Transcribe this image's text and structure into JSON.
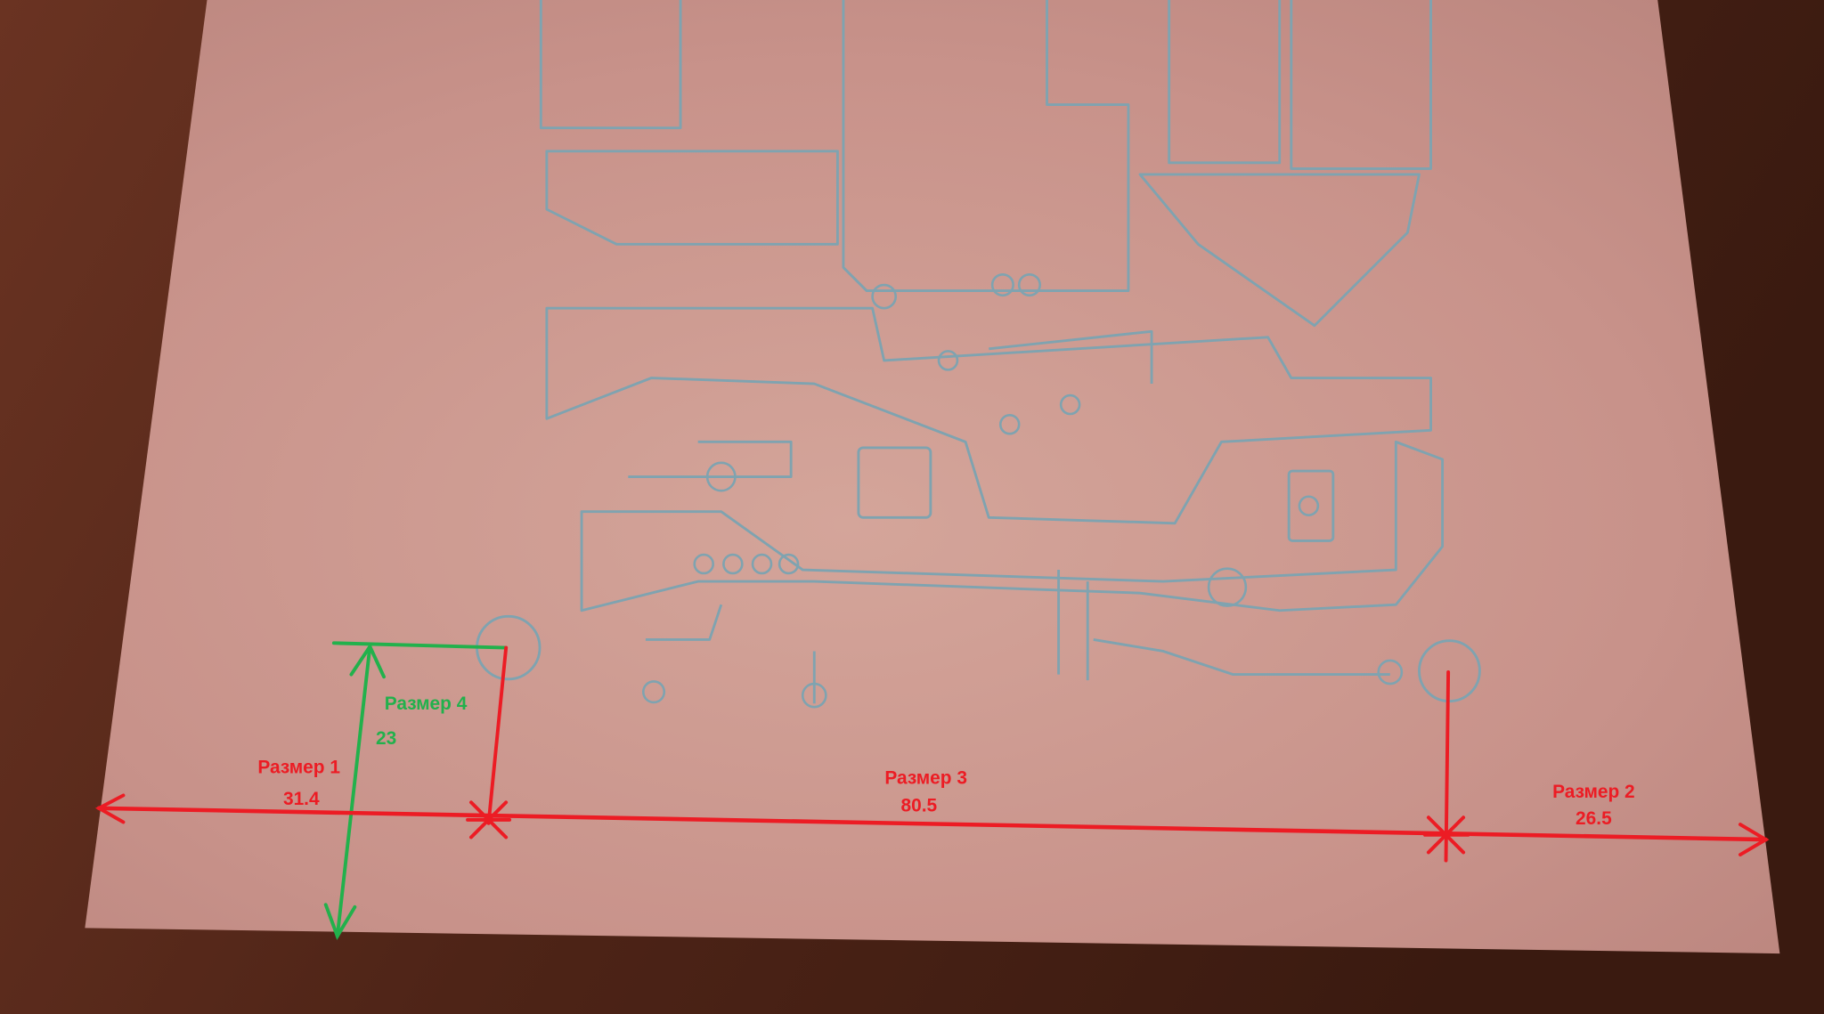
{
  "colors": {
    "dimension_red": "#ec1c24",
    "dimension_green": "#22b14c",
    "copper": "#c99488",
    "wood": "#5a2a1c",
    "trace": "#7fa3b0"
  },
  "annotations": {
    "dim1": {
      "label": "Размер 1",
      "value": "31.4"
    },
    "dim2": {
      "label": "Размер 2",
      "value": "26.5"
    },
    "dim3": {
      "label": "Размер 3",
      "value": "80.5"
    },
    "dim4": {
      "label": "Размер 4",
      "value": "23"
    }
  }
}
